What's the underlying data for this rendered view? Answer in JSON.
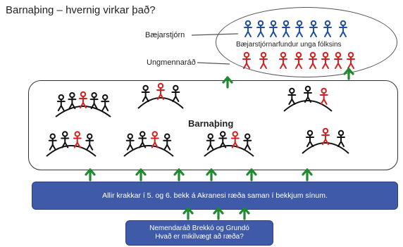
{
  "title": "Barnaþing – hvernig virkar það?",
  "labels": {
    "council": "Bæjarstjórn",
    "youth": "Ungmennaráð",
    "meeting": "Bæjarstjórnarfundur unga fólksins",
    "parliament": "Barnaþing"
  },
  "band_text": "Allir krakkar í 5. og 6. bekk á Akranesi ræða saman í bekkjum sínum.",
  "bottom_box": {
    "line1": "Nemendaráð Brekkó og Grundó",
    "line2": "Hvað er mikilvægt að ræða?"
  },
  "colors": {
    "arrow": "#1f8a2e",
    "box_fill": "#3f5aa8",
    "council_figures": "#1f4fa0",
    "youth_figures": "#d42020"
  }
}
